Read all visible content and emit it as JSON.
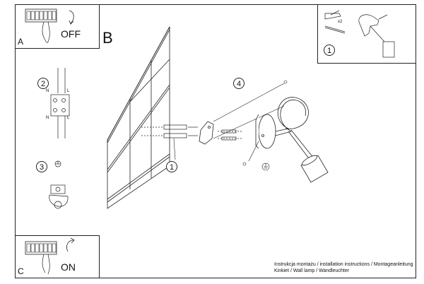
{
  "panels": {
    "a": {
      "letter": "A",
      "switch_label": "OFF"
    },
    "c": {
      "letter": "C",
      "switch_label": "ON"
    },
    "tools": {
      "step": "1",
      "multiplier": "x2"
    }
  },
  "main": {
    "letter": "B"
  },
  "steps": [
    "2",
    "3",
    "4",
    "1"
  ],
  "wiring": {
    "n_top": "N",
    "l_top": "L",
    "n_bottom": "N",
    "l_bottom": "L"
  },
  "caption": {
    "line1": "Instrukcja montażu / installation instructions / Montageanleitung",
    "line2": "Kinkiet / Wall lamp / Wandleuchter"
  }
}
